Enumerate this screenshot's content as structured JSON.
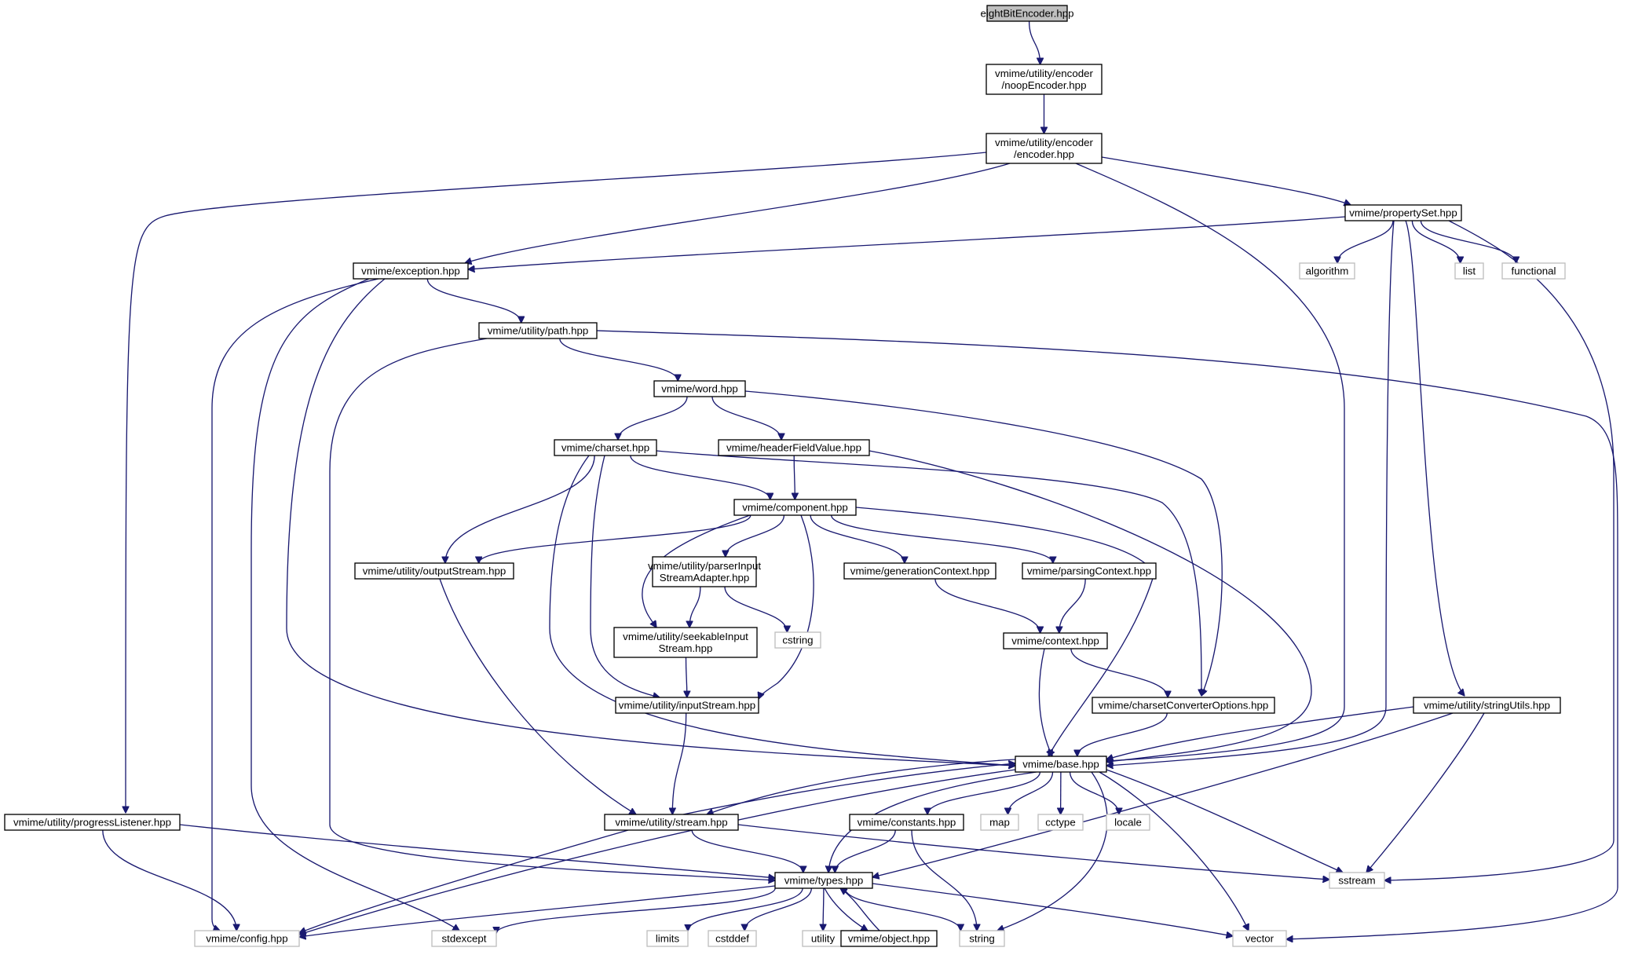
{
  "graph": {
    "root": "eightBitEncoder.hpp",
    "colors": {
      "edge": "#191970",
      "root_fill": "#bfbfbf",
      "node_border": "#000000",
      "external_border": "#bfbfbf",
      "background": "#ffffff"
    },
    "nodes": [
      {
        "id": "eightBitEncoder",
        "lines": [
          "eightBitEncoder.hpp"
        ],
        "kind": "root"
      },
      {
        "id": "noopEncoder",
        "lines": [
          "vmime/utility/encoder",
          "/noopEncoder.hpp"
        ],
        "kind": "file"
      },
      {
        "id": "encoder",
        "lines": [
          "vmime/utility/encoder",
          "/encoder.hpp"
        ],
        "kind": "file"
      },
      {
        "id": "propertySet",
        "lines": [
          "vmime/propertySet.hpp"
        ],
        "kind": "file"
      },
      {
        "id": "exception",
        "lines": [
          "vmime/exception.hpp"
        ],
        "kind": "file"
      },
      {
        "id": "algorithm",
        "lines": [
          "algorithm"
        ],
        "kind": "external"
      },
      {
        "id": "list",
        "lines": [
          "list"
        ],
        "kind": "external"
      },
      {
        "id": "functional",
        "lines": [
          "functional"
        ],
        "kind": "external"
      },
      {
        "id": "path",
        "lines": [
          "vmime/utility/path.hpp"
        ],
        "kind": "file"
      },
      {
        "id": "word",
        "lines": [
          "vmime/word.hpp"
        ],
        "kind": "file"
      },
      {
        "id": "charset",
        "lines": [
          "vmime/charset.hpp"
        ],
        "kind": "file"
      },
      {
        "id": "headerFieldValue",
        "lines": [
          "vmime/headerFieldValue.hpp"
        ],
        "kind": "file"
      },
      {
        "id": "component",
        "lines": [
          "vmime/component.hpp"
        ],
        "kind": "file"
      },
      {
        "id": "outputStream",
        "lines": [
          "vmime/utility/outputStream.hpp"
        ],
        "kind": "file"
      },
      {
        "id": "parserInputStreamAdapter",
        "lines": [
          "vmime/utility/parserInput",
          "StreamAdapter.hpp"
        ],
        "kind": "file"
      },
      {
        "id": "generationContext",
        "lines": [
          "vmime/generationContext.hpp"
        ],
        "kind": "file"
      },
      {
        "id": "parsingContext",
        "lines": [
          "vmime/parsingContext.hpp"
        ],
        "kind": "file"
      },
      {
        "id": "seekableInputStream",
        "lines": [
          "vmime/utility/seekableInput",
          "Stream.hpp"
        ],
        "kind": "file"
      },
      {
        "id": "cstring",
        "lines": [
          "cstring"
        ],
        "kind": "external"
      },
      {
        "id": "context",
        "lines": [
          "vmime/context.hpp"
        ],
        "kind": "file"
      },
      {
        "id": "inputStream",
        "lines": [
          "vmime/utility/inputStream.hpp"
        ],
        "kind": "file"
      },
      {
        "id": "charsetConverterOptions",
        "lines": [
          "vmime/charsetConverterOptions.hpp"
        ],
        "kind": "file"
      },
      {
        "id": "stringUtils",
        "lines": [
          "vmime/utility/stringUtils.hpp"
        ],
        "kind": "file"
      },
      {
        "id": "base",
        "lines": [
          "vmime/base.hpp"
        ],
        "kind": "file"
      },
      {
        "id": "progressListener",
        "lines": [
          "vmime/utility/progressListener.hpp"
        ],
        "kind": "file"
      },
      {
        "id": "stream",
        "lines": [
          "vmime/utility/stream.hpp"
        ],
        "kind": "file"
      },
      {
        "id": "constants",
        "lines": [
          "vmime/constants.hpp"
        ],
        "kind": "file"
      },
      {
        "id": "map",
        "lines": [
          "map"
        ],
        "kind": "external"
      },
      {
        "id": "cctype",
        "lines": [
          "cctype"
        ],
        "kind": "external"
      },
      {
        "id": "locale",
        "lines": [
          "locale"
        ],
        "kind": "external"
      },
      {
        "id": "sstream",
        "lines": [
          "sstream"
        ],
        "kind": "external"
      },
      {
        "id": "types",
        "lines": [
          "vmime/types.hpp"
        ],
        "kind": "file"
      },
      {
        "id": "config",
        "lines": [
          "vmime/config.hpp"
        ],
        "kind": "external"
      },
      {
        "id": "stdexcept",
        "lines": [
          "stdexcept"
        ],
        "kind": "external"
      },
      {
        "id": "limits",
        "lines": [
          "limits"
        ],
        "kind": "external"
      },
      {
        "id": "cstddef",
        "lines": [
          "cstddef"
        ],
        "kind": "external"
      },
      {
        "id": "utility",
        "lines": [
          "utility"
        ],
        "kind": "external"
      },
      {
        "id": "object",
        "lines": [
          "vmime/object.hpp"
        ],
        "kind": "file"
      },
      {
        "id": "string",
        "lines": [
          "string"
        ],
        "kind": "external"
      },
      {
        "id": "vector",
        "lines": [
          "vector"
        ],
        "kind": "external"
      }
    ],
    "edges": [
      [
        "eightBitEncoder",
        "noopEncoder"
      ],
      [
        "noopEncoder",
        "encoder"
      ],
      [
        "encoder",
        "progressListener"
      ],
      [
        "encoder",
        "exception"
      ],
      [
        "encoder",
        "base"
      ],
      [
        "encoder",
        "propertySet"
      ],
      [
        "propertySet",
        "exception"
      ],
      [
        "propertySet",
        "algorithm"
      ],
      [
        "propertySet",
        "list"
      ],
      [
        "propertySet",
        "functional"
      ],
      [
        "propertySet",
        "base"
      ],
      [
        "propertySet",
        "stringUtils"
      ],
      [
        "propertySet",
        "sstream"
      ],
      [
        "exception",
        "config"
      ],
      [
        "exception",
        "stdexcept"
      ],
      [
        "exception",
        "base"
      ],
      [
        "exception",
        "path"
      ],
      [
        "path",
        "types"
      ],
      [
        "path",
        "word"
      ],
      [
        "path",
        "vector"
      ],
      [
        "word",
        "charset"
      ],
      [
        "word",
        "headerFieldValue"
      ],
      [
        "word",
        "charsetConverterOptions"
      ],
      [
        "charset",
        "outputStream"
      ],
      [
        "charset",
        "base"
      ],
      [
        "charset",
        "inputStream"
      ],
      [
        "charset",
        "component"
      ],
      [
        "charset",
        "charsetConverterOptions"
      ],
      [
        "headerFieldValue",
        "component"
      ],
      [
        "headerFieldValue",
        "base"
      ],
      [
        "component",
        "outputStream"
      ],
      [
        "component",
        "seekableInputStream"
      ],
      [
        "component",
        "parserInputStreamAdapter"
      ],
      [
        "component",
        "inputStream"
      ],
      [
        "component",
        "generationContext"
      ],
      [
        "component",
        "parsingContext"
      ],
      [
        "component",
        "base"
      ],
      [
        "parserInputStreamAdapter",
        "seekableInputStream"
      ],
      [
        "parserInputStreamAdapter",
        "cstring"
      ],
      [
        "seekableInputStream",
        "inputStream"
      ],
      [
        "generationContext",
        "context"
      ],
      [
        "parsingContext",
        "context"
      ],
      [
        "context",
        "base"
      ],
      [
        "context",
        "charsetConverterOptions"
      ],
      [
        "charsetConverterOptions",
        "base"
      ],
      [
        "outputStream",
        "stream"
      ],
      [
        "inputStream",
        "stream"
      ],
      [
        "stringUtils",
        "base"
      ],
      [
        "stringUtils",
        "types"
      ],
      [
        "stringUtils",
        "sstream"
      ],
      [
        "base",
        "stream"
      ],
      [
        "base",
        "constants"
      ],
      [
        "base",
        "map"
      ],
      [
        "base",
        "cctype"
      ],
      [
        "base",
        "locale"
      ],
      [
        "base",
        "sstream"
      ],
      [
        "base",
        "types"
      ],
      [
        "base",
        "config"
      ],
      [
        "base",
        "string"
      ],
      [
        "base",
        "vector"
      ],
      [
        "stream",
        "base"
      ],
      [
        "stream",
        "config"
      ],
      [
        "stream",
        "types"
      ],
      [
        "stream",
        "sstream"
      ],
      [
        "progressListener",
        "types"
      ],
      [
        "progressListener",
        "config"
      ],
      [
        "constants",
        "types"
      ],
      [
        "constants",
        "string"
      ],
      [
        "types",
        "config"
      ],
      [
        "types",
        "stdexcept"
      ],
      [
        "types",
        "limits"
      ],
      [
        "types",
        "cstddef"
      ],
      [
        "types",
        "utility"
      ],
      [
        "types",
        "object"
      ],
      [
        "types",
        "string"
      ],
      [
        "types",
        "vector"
      ],
      [
        "object",
        "types"
      ]
    ]
  }
}
